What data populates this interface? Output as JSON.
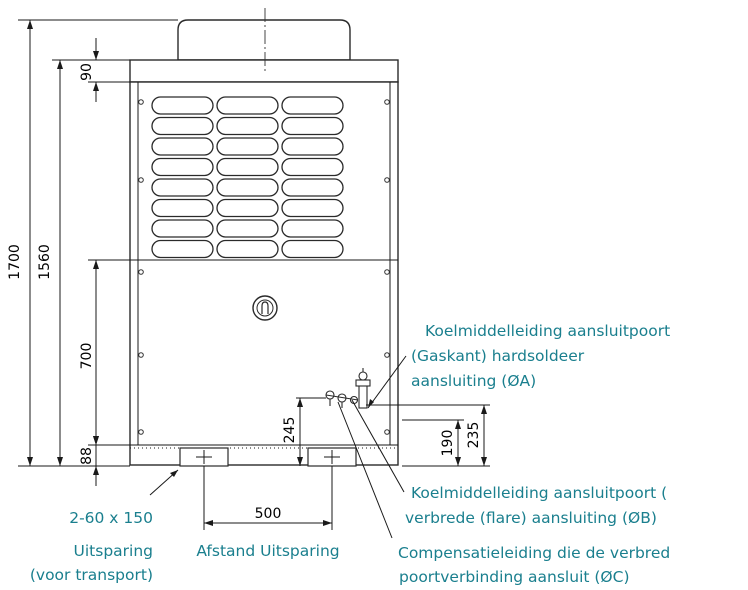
{
  "dimensions": {
    "total_height": "1700",
    "body_height": "1560",
    "top_cap": "90",
    "lower_panel": "700",
    "base": "88",
    "port_height_a": "245",
    "port_height_b": "190",
    "port_height_c": "235",
    "opening_spacing": "500"
  },
  "labels": {
    "gas_port": [
      "Koelmiddelleiding aansluitpoort",
      "(Gaskant) hardsoldeer",
      "aansluiting (ØA)"
    ],
    "flare_port": [
      "Koelmiddelleiding aansluitpoort (",
      "verbrede (flare) aansluiting (ØB)"
    ],
    "comp_port": [
      "Compensatieleiding die de verbred",
      "poortverbinding aansluit (ØC)"
    ],
    "opening": [
      "2-60 x 150",
      "Uitsparing",
      "(voor transport)"
    ],
    "spacing": "Afstand Uitsparing"
  },
  "colors": {
    "label_text": "#1a7f8e",
    "line": "#1a1a1a"
  },
  "icons": {
    "drain": "drain-fitting-icon",
    "port": "port-valve-icon",
    "opening": "transport-opening-icon"
  }
}
